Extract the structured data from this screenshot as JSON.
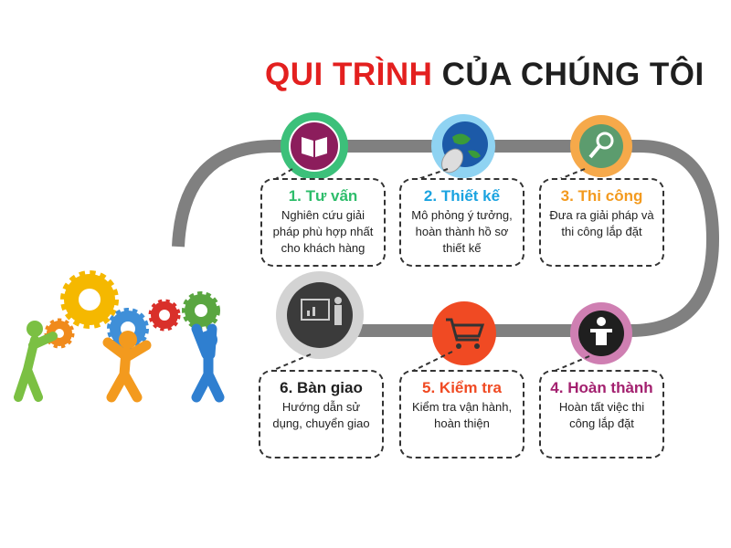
{
  "title": {
    "part1": "QUI TRÌNH",
    "part2": "CỦA CHÚNG TÔI"
  },
  "colors": {
    "accent": "#e3201f",
    "track": "#808080"
  },
  "steps": [
    {
      "title": "1. Tư vấn",
      "desc": "Nghiên cứu giải pháp phù hợp nhất cho khách hàng",
      "color": "#2ebd6b",
      "icon": "book-icon"
    },
    {
      "title": "2. Thiết kế",
      "desc": "Mô phỏng ý tưởng, hoàn thành hồ sơ thiết kế",
      "color": "#1aa3e0",
      "icon": "globe-mouse-icon"
    },
    {
      "title": "3. Thi công",
      "desc": "Đưa ra giải pháp và thi công lắp đặt",
      "color": "#f39a1e",
      "icon": "location-search-icon"
    },
    {
      "title": "4. Hoàn thành",
      "desc": "Hoàn tất việc thi công lắp đặt",
      "color": "#a3216f",
      "icon": "speaker-podium-icon"
    },
    {
      "title": "5. Kiểm tra",
      "desc": "Kiểm tra vận hành, hoàn thiện",
      "color": "#f04a23",
      "icon": "shopping-cart-icon"
    },
    {
      "title": "6. Bàn giao",
      "desc": "Hướng dẫn sử dụng, chuyển giao",
      "color": "#1f1f1f",
      "icon": "presentation-icon"
    }
  ]
}
